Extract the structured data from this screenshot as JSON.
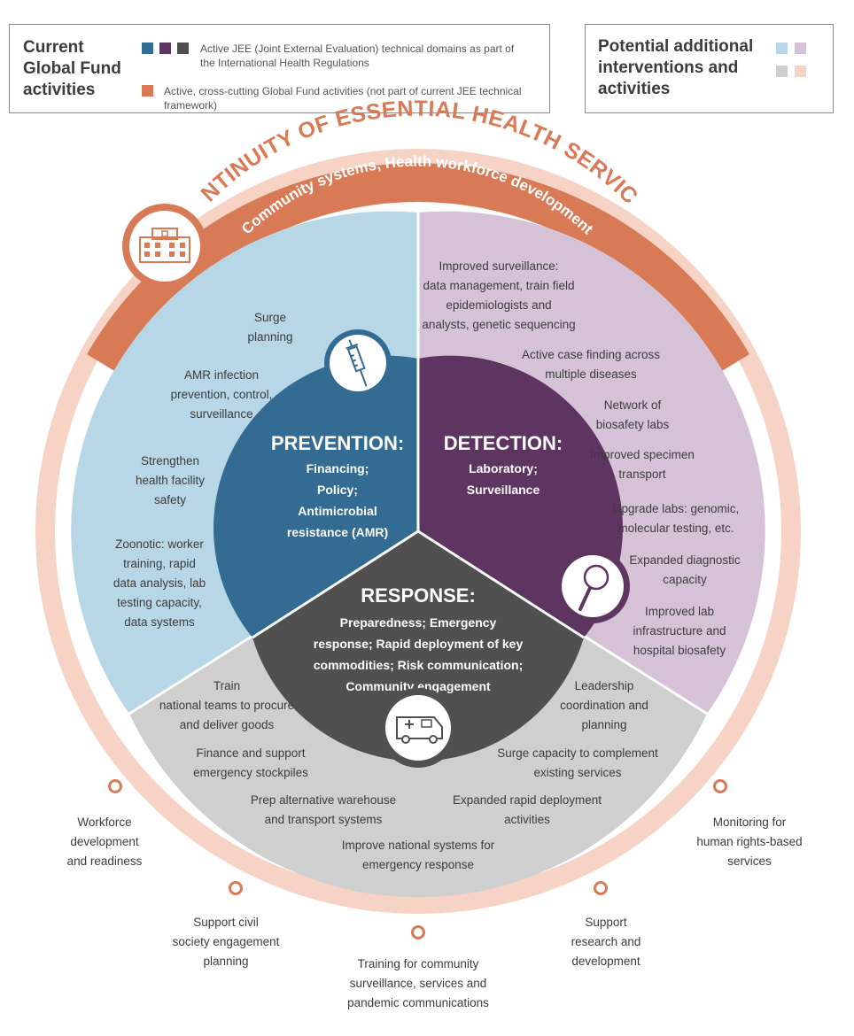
{
  "legend_current": {
    "title": "Current\nGlobal Fund\nactivities",
    "item_jee": "Active JEE (Joint External Evaluation) technical domains as part of the International Health Regulations",
    "item_crosscutting": "Active, cross-cutting Global Fund activities (not part of current JEE technical framework)"
  },
  "legend_potential": {
    "title": "Potential additional interventions and activities"
  },
  "colors": {
    "prevention": "#336b93",
    "detection": "#5e3561",
    "response": "#505050",
    "crosscutting": "#d87a56",
    "prevention_light": "#b7d6e6",
    "detection_light": "#d6c2d7",
    "response_light": "#cfcfcf",
    "crosscutting_light": "#f7d3c5"
  },
  "outer_arc_title": "CONTINUITY OF ESSENTIAL HEALTH SERVICES",
  "inner_arc_title": "Community systems, Health workforce development",
  "core": {
    "prevention": {
      "title": "PREVENTION:",
      "lines": [
        "Financing;",
        "Policy;",
        "Antimicrobial",
        "resistance (AMR)"
      ],
      "icon": "syringe-icon"
    },
    "detection": {
      "title": "DETECTION:",
      "lines": [
        "Laboratory;",
        "Surveillance"
      ],
      "icon": "magnifier-icon"
    },
    "response": {
      "title": "RESPONSE:",
      "lines": [
        "Preparedness; Emergency",
        "response; Rapid deployment of key",
        "commodities; Risk communication;",
        "Community engagement"
      ],
      "icon": "ambulance-icon"
    },
    "community_icon": "building-icon"
  },
  "prevention_items": [
    {
      "lines": [
        "Surge",
        "planning"
      ]
    },
    {
      "lines": [
        "AMR infection",
        "prevention, control,",
        "surveillance"
      ]
    },
    {
      "lines": [
        "Strengthen",
        "health facility",
        "safety"
      ]
    },
    {
      "lines": [
        "Zoonotic: worker",
        "training, rapid",
        "data analysis, lab",
        "testing capacity,",
        "data systems"
      ]
    }
  ],
  "detection_items": [
    {
      "lines": [
        "Improved surveillance:",
        "data management, train field",
        "epidemiologists and",
        "analysts, genetic sequencing"
      ]
    },
    {
      "lines": [
        "Active case finding across",
        "multiple diseases"
      ]
    },
    {
      "lines": [
        "Network of",
        "biosafety labs"
      ]
    },
    {
      "lines": [
        "Improved specimen",
        "transport"
      ]
    },
    {
      "lines": [
        "Upgrade labs: genomic,",
        "molecular testing, etc."
      ]
    },
    {
      "lines": [
        "Expanded diagnostic",
        "capacity"
      ]
    },
    {
      "lines": [
        "Improved lab",
        "infrastructure and",
        "hospital biosafety"
      ]
    }
  ],
  "response_items": [
    {
      "lines": [
        "Train",
        "national teams to procure",
        "and deliver goods"
      ]
    },
    {
      "lines": [
        "Leadership",
        "coordination and",
        "planning"
      ]
    },
    {
      "lines": [
        "Finance and support",
        "emergency stockpiles"
      ]
    },
    {
      "lines": [
        "Surge capacity to complement",
        "existing services"
      ]
    },
    {
      "lines": [
        "Prep alternative warehouse",
        "and transport systems"
      ]
    },
    {
      "lines": [
        "Expanded rapid deployment",
        "activities"
      ]
    },
    {
      "lines": [
        "Improve national systems for",
        "emergency response"
      ]
    }
  ],
  "outer_items": [
    {
      "lines": [
        "Workforce",
        "development",
        "and readiness"
      ]
    },
    {
      "lines": [
        "Support civil",
        "society engagement",
        "planning"
      ]
    },
    {
      "lines": [
        "Training for community",
        "surveillance, services and",
        "pandemic communications"
      ]
    },
    {
      "lines": [
        "Support",
        "research and",
        "development"
      ]
    },
    {
      "lines": [
        "Monitoring for",
        "human rights-based",
        "services"
      ]
    }
  ]
}
